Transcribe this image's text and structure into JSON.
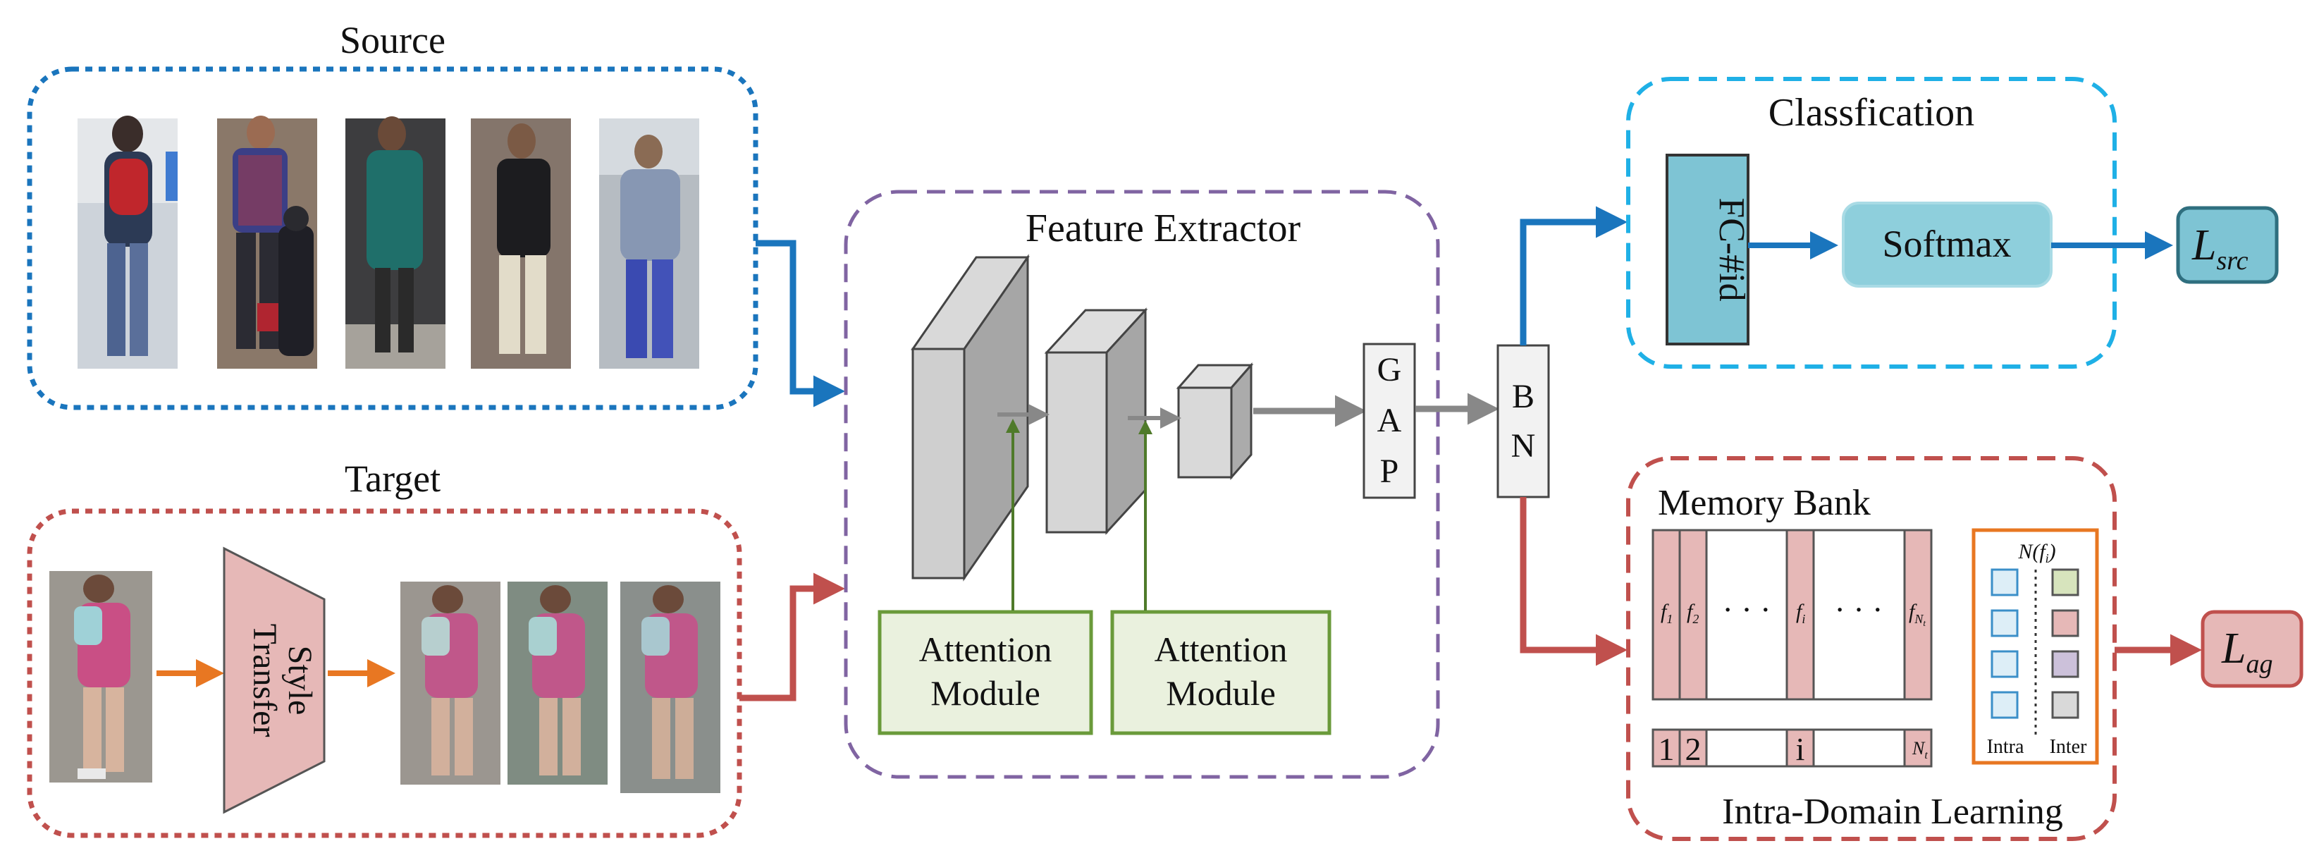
{
  "source": {
    "title": "Source",
    "images": [
      "pedestrian-red-backpack",
      "pedestrian-plaid-shirt",
      "pedestrian-teal-coat",
      "pedestrian-black-jacket",
      "pedestrian-grey-hoodie"
    ]
  },
  "target": {
    "title": "Target",
    "style_transfer_label": [
      "Style",
      "Transfer"
    ],
    "images": [
      "target-input",
      "target-styled-1",
      "target-styled-2",
      "target-styled-3"
    ]
  },
  "extractor": {
    "title": "Feature Extractor",
    "attention_module_1": [
      "Attention",
      "Module"
    ],
    "attention_module_2": [
      "Attention",
      "Module"
    ],
    "gap": [
      "G",
      "A",
      "P"
    ],
    "bn": [
      "B",
      "N"
    ]
  },
  "classification": {
    "title": "Classfication",
    "fc_label": "FC-#id",
    "softmax_label": "Softmax",
    "loss": {
      "main": "L",
      "sub": "src"
    }
  },
  "intra": {
    "title": "Intra-Domain Learning",
    "memory_bank_label": "Memory Bank",
    "cols": [
      "f",
      "f",
      "f",
      "f"
    ],
    "col_subs": [
      "1",
      "2",
      "i",
      "N"
    ],
    "col_sub_sub": "t",
    "dots": "· · ·",
    "index_labels": [
      "1",
      "2",
      "i",
      "N"
    ],
    "index_sub": "t",
    "neighbor_label": "N(f",
    "neighbor_sub": "i",
    "neighbor_close": ")",
    "intra_label": "Intra",
    "inter_label": "Inter",
    "loss": {
      "main": "L",
      "sub": "ag"
    }
  },
  "colors": {
    "blue": "#1a75bd",
    "red": "#c0504d",
    "purple": "#8064a2",
    "cyan": "#1fb0e6",
    "green_border": "#6a9a3a",
    "green_fill": "#eaf1de",
    "orange": "#e87722",
    "fc_fill": "#7ec4d4",
    "pink": "#e6b8b7"
  }
}
